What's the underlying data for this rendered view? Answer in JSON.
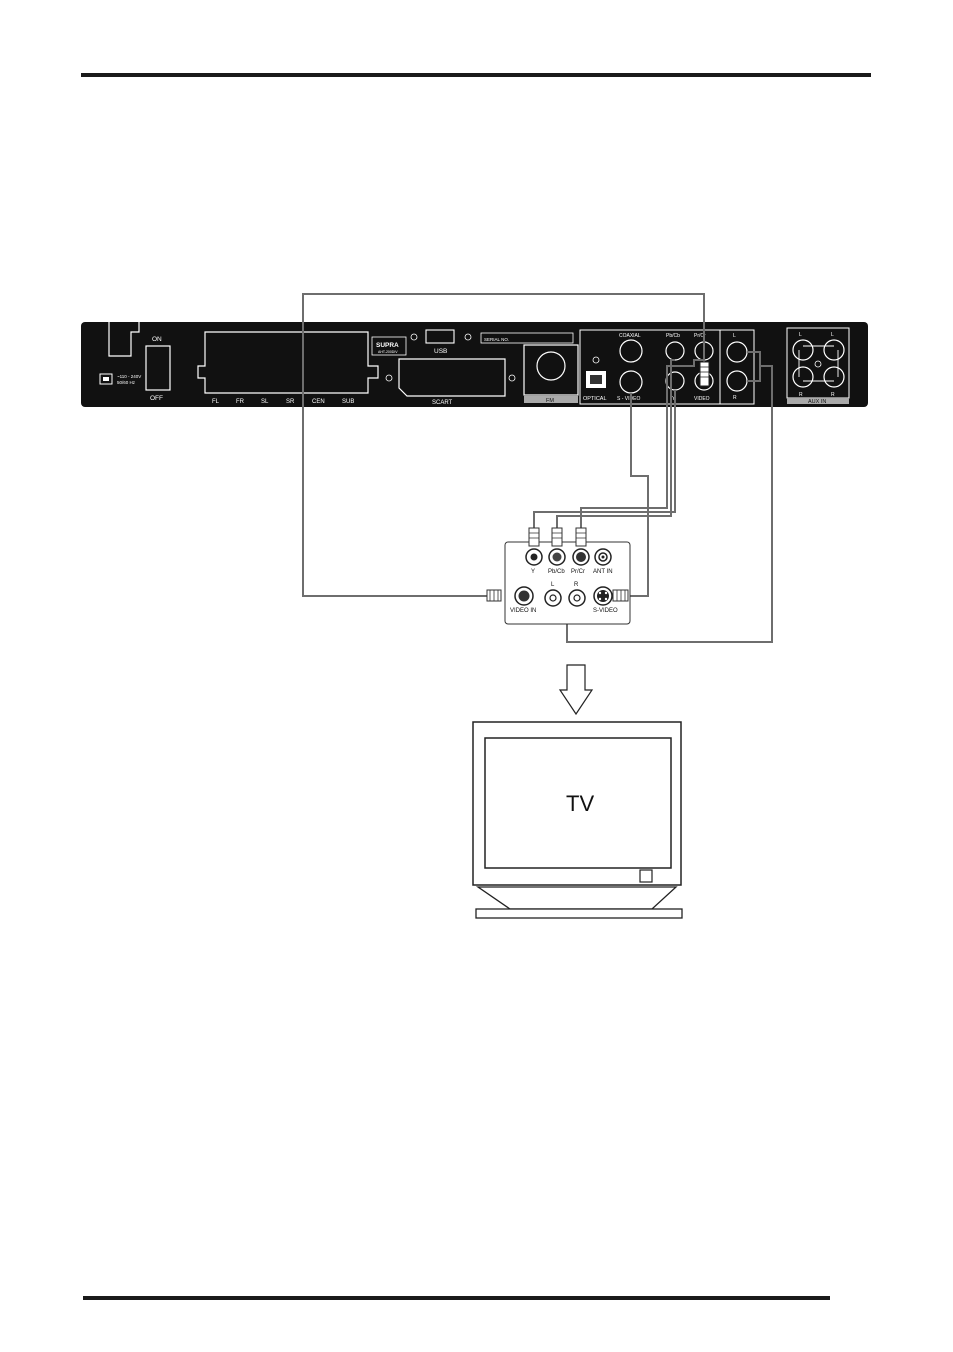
{
  "player": {
    "power_on": "ON",
    "power_off": "OFF",
    "voltage_line1": "~110 - 240V",
    "voltage_line2": "50/60 Hz",
    "speaker_labels": [
      "FL",
      "FR",
      "SL",
      "SR",
      "CEN",
      "SUB"
    ],
    "brand": "SUPRA",
    "model": "AHT-200DIV",
    "usb": "USB",
    "serial": "SERIAL NO.",
    "scart": "SCART",
    "fm": "FM",
    "optical": "OPTICAL",
    "coaxial": "COAXIAL",
    "pb_cb": "Pb/Cb",
    "pr_cr": "Pr/Cr",
    "s_video": "S - VIDEO",
    "y": "Y",
    "video": "VIDEO",
    "out_l": "L",
    "out_r": "R",
    "aux_l": "L",
    "aux_r": "R",
    "aux_in": "AUX IN"
  },
  "tv_panel": {
    "y": "Y",
    "pb_cb": "Pb/Cb",
    "pr_cr": "Pr/Cr",
    "ant_in": "ANT IN",
    "video_in": "VIDEO IN",
    "l": "L",
    "r": "R",
    "s_video": "S-VIDEO"
  },
  "tv": {
    "label": "TV"
  }
}
